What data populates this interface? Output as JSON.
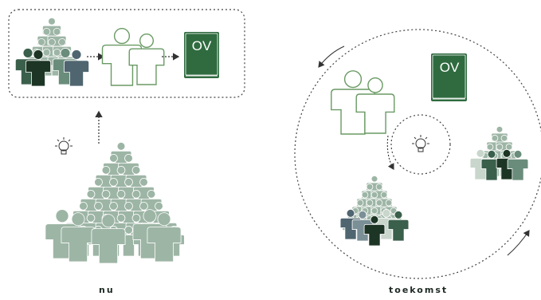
{
  "book": {
    "label": "OV"
  },
  "captions": {
    "left": "nu",
    "right": "toekomst"
  },
  "colors": {
    "darkest": "#1d3524",
    "dark": "#3a5f4b",
    "mid": "#6a8d7b",
    "light": "#9db5a5",
    "pale": "#c8d6cc",
    "slate1": "#4f6570",
    "slate2": "#7a8f96",
    "outline": "#6a9a64",
    "book": "#2f6b3f",
    "line": "#555555"
  }
}
